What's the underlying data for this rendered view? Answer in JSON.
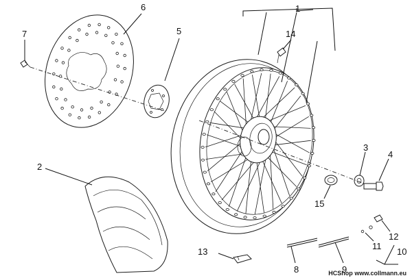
{
  "callouts": [
    {
      "id": "label-1",
      "text": "1"
    },
    {
      "id": "label-2",
      "text": "2"
    },
    {
      "id": "label-3",
      "text": "3"
    },
    {
      "id": "label-4",
      "text": "4"
    },
    {
      "id": "label-5",
      "text": "5"
    },
    {
      "id": "label-6",
      "text": "6"
    },
    {
      "id": "label-7",
      "text": "7"
    },
    {
      "id": "label-8",
      "text": "8"
    },
    {
      "id": "label-9",
      "text": "9"
    },
    {
      "id": "label-10",
      "text": "10"
    },
    {
      "id": "label-11",
      "text": "11"
    },
    {
      "id": "label-12",
      "text": "12"
    },
    {
      "id": "label-13",
      "text": "13"
    },
    {
      "id": "label-14",
      "text": "14"
    },
    {
      "id": "label-15",
      "text": "15"
    }
  ],
  "credit": {
    "brand": "HCShop",
    "url": "www.collmann.eu"
  }
}
